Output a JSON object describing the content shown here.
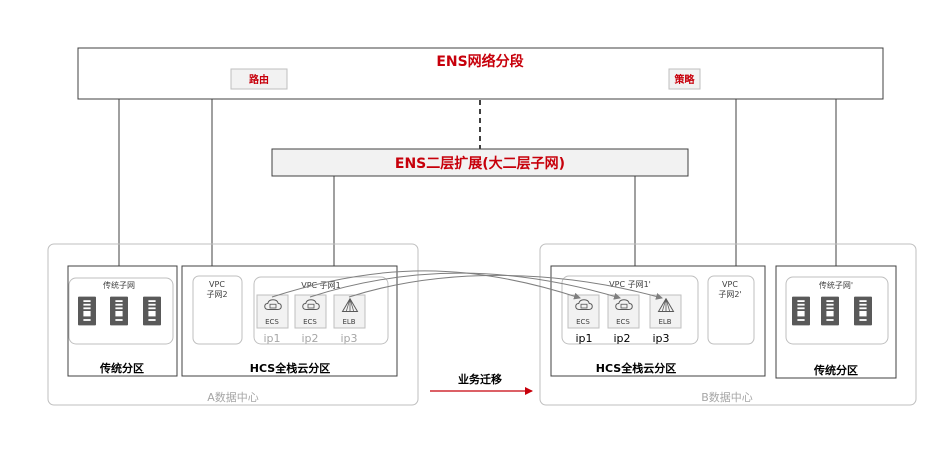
{
  "top": {
    "title": "ENS网络分段",
    "route_label": "路由",
    "policy_label": "策略"
  },
  "l2": {
    "title": "ENS二层扩展(大二层子网)"
  },
  "dc_a": {
    "label": "A数据中心",
    "traditional": {
      "subnet_label": "传统子网",
      "zone_label": "传统分区"
    },
    "hcs": {
      "zone_label": "HCS全栈云分区",
      "vpc_subnet2": [
        "VPC",
        "子网2"
      ],
      "vpc_subnet1": "VPC 子网1",
      "resources": [
        {
          "name": "ECS",
          "ip": "ip1",
          "icon": "ecs-icon"
        },
        {
          "name": "ECS",
          "ip": "ip2",
          "icon": "ecs-icon"
        },
        {
          "name": "ELB",
          "ip": "ip3",
          "icon": "elb-icon"
        }
      ]
    }
  },
  "dc_b": {
    "label": "B数据中心",
    "traditional": {
      "subnet_label": "传统子网'",
      "zone_label": "传统分区"
    },
    "hcs": {
      "zone_label": "HCS全栈云分区",
      "vpc_subnet2": [
        "VPC",
        "子网2'"
      ],
      "vpc_subnet1": "VPC 子网1'",
      "resources": [
        {
          "name": "ECS",
          "ip": "ip1",
          "icon": "ecs-icon"
        },
        {
          "name": "ECS",
          "ip": "ip2",
          "icon": "ecs-icon"
        },
        {
          "name": "ELB",
          "ip": "ip3",
          "icon": "elb-icon"
        }
      ]
    }
  },
  "migration": {
    "label": "业务迁移"
  },
  "colors": {
    "accent_red": "#c7000b",
    "line": "#404040",
    "frame_gray": "#a6a6a6",
    "server_dark": "#595959",
    "muted_text": "#a6a6a6"
  }
}
